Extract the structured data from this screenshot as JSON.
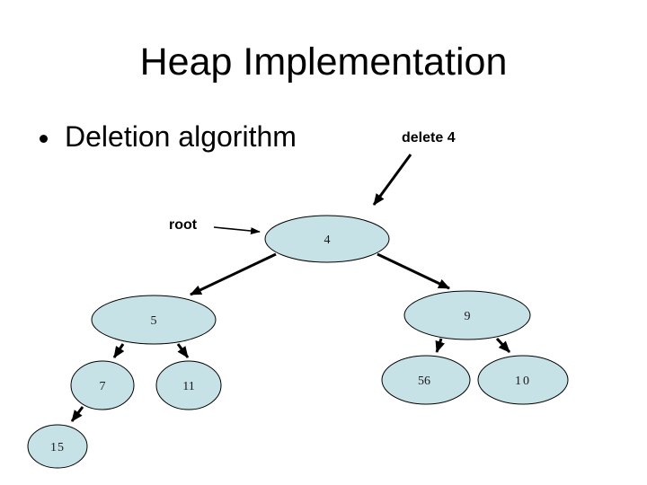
{
  "slide": {
    "title": "Heap Implementation",
    "bullet_text": "Deletion algorithm"
  },
  "labels": {
    "root": "root",
    "delete": "delete 4"
  },
  "colors": {
    "background": "#ffffff",
    "node_fill": "#c6e2e6",
    "node_stroke": "#000000",
    "arrow": "#000000"
  },
  "tree": {
    "type": "binary-heap",
    "nodes": [
      {
        "id": "root",
        "value": "4"
      },
      {
        "id": "left",
        "value": "5"
      },
      {
        "id": "right",
        "value": "9"
      },
      {
        "id": "left-left",
        "value": "7"
      },
      {
        "id": "left-right",
        "value": "11"
      },
      {
        "id": "right-left",
        "value": "56"
      },
      {
        "id": "right-right",
        "value": "10"
      },
      {
        "id": "left-left-left",
        "value": "15"
      }
    ],
    "edges": [
      {
        "from": "4",
        "to": "5"
      },
      {
        "from": "4",
        "to": "9"
      },
      {
        "from": "5",
        "to": "7"
      },
      {
        "from": "5",
        "to": "11"
      },
      {
        "from": "7",
        "to": "15"
      },
      {
        "from": "9",
        "to": "56"
      },
      {
        "from": "9",
        "to": "10"
      }
    ]
  }
}
